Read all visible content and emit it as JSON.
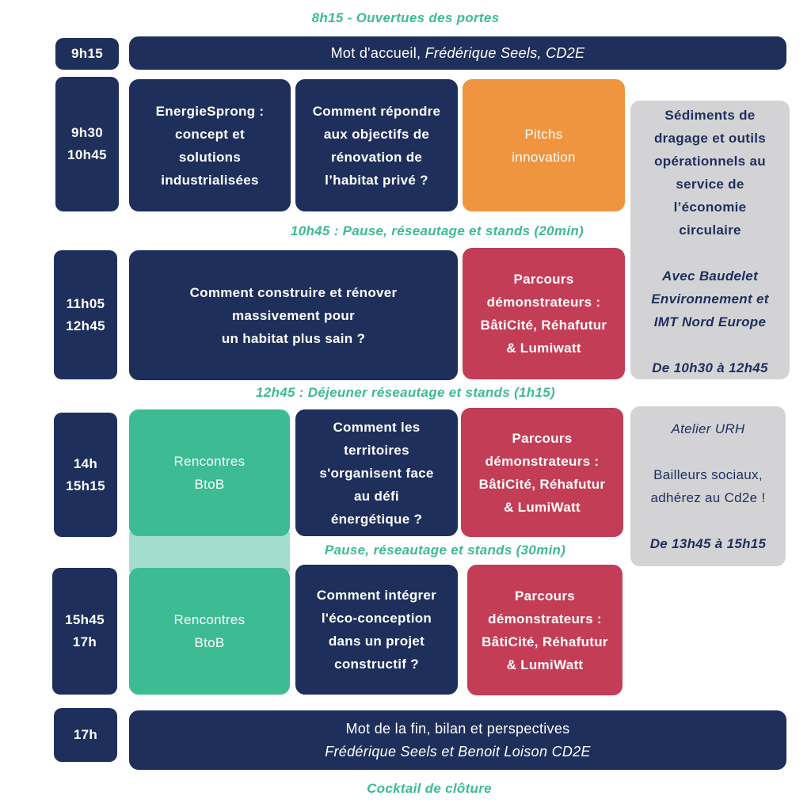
{
  "colors": {
    "navy": "#1f2f5c",
    "orange": "#f0953f",
    "red": "#c43d56",
    "green": "#3dbb92",
    "grey": "#d3d3d5",
    "light_green": "#a4ddcb"
  },
  "notes": {
    "opening": "8h15 - Ouvertues des portes",
    "pause1": "10h45 : Pause, réseautage et stands (20min)",
    "lunch": "12h45 : Déjeuner réseautage et stands  (1h15)",
    "pause2": "Pause, réseautage et stands (30min)",
    "closing": "Cocktail de clôture"
  },
  "times": {
    "t1": "9h15",
    "t2": [
      "9h30",
      "10h45"
    ],
    "t3": [
      "11h05",
      "12h45"
    ],
    "t4": [
      "14h",
      "15h15"
    ],
    "t5": [
      "15h45",
      "17h"
    ],
    "t6": "17h"
  },
  "sessions": {
    "welcome": {
      "text": "Mot d'accueil, ",
      "name": "Frédérique Seels, CD2E"
    },
    "energie_sprong": [
      "EnergieSprong :",
      "concept et",
      "solutions",
      "industrialisées"
    ],
    "renovation_habitat": [
      "Comment répondre",
      "aux objectifs de",
      "rénovation de",
      "l’habitat privé ?"
    ],
    "pitchs": [
      "Pitchs",
      "innovation"
    ],
    "sediments": [
      "Sédiments de",
      "dragage et outils",
      "opérationnels au",
      "service de",
      "l’économie",
      "circulaire"
    ],
    "sediments_partners": [
      "Avec Baudelet",
      "Environnement et",
      "IMT Nord Europe"
    ],
    "sediments_time": "De 10h30 à 12h45",
    "construire": [
      "Comment construire et rénover",
      "massivement pour",
      "un habitat plus sain ?"
    ],
    "parcours1": [
      "Parcours",
      "démonstrateurs :",
      "BâtiCité, Réhafutur",
      "& Lumiwatt"
    ],
    "btob1": [
      "Rencontres",
      "BtoB"
    ],
    "territoires": [
      "Comment les",
      "territoires",
      "s'organisent face",
      "au défi",
      "énergétique ?"
    ],
    "parcours2": [
      "Parcours",
      "démonstrateurs :",
      "BâtiCité, Réhafutur",
      "& LumiWatt"
    ],
    "atelier_urh": "Atelier URH",
    "bailleurs": [
      "Bailleurs sociaux,",
      "adhérez au Cd2e !"
    ],
    "urh_time": "De 13h45 à 15h15",
    "btob2": [
      "Rencontres",
      "BtoB"
    ],
    "eco_conception": [
      "Comment intégrer",
      "l'éco-conception",
      "dans un projet",
      "constructif ?"
    ],
    "parcours3": [
      "Parcours",
      "démonstrateurs :",
      "BâtiCité, Réhafutur",
      "& LumiWatt"
    ],
    "fin": {
      "text": "Mot de la fin, bilan et perspectives",
      "names": "Frédérique Seels et Benoit Loison CD2E"
    }
  }
}
